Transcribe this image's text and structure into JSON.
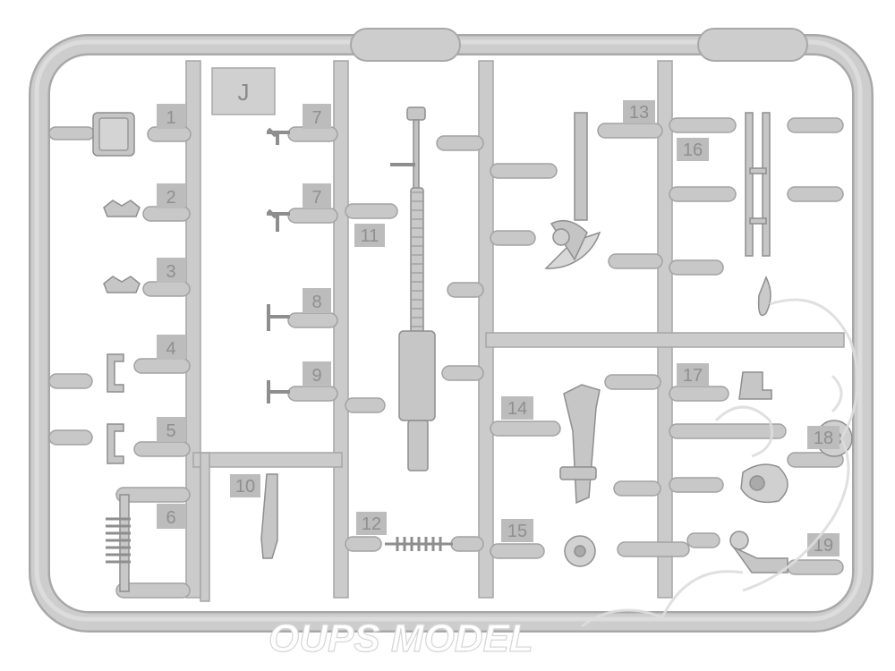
{
  "sprue_letter": "J",
  "part_numbers": [
    "1",
    "2",
    "3",
    "4",
    "5",
    "6",
    "7",
    "7",
    "8",
    "9",
    "10",
    "11",
    "12",
    "13",
    "14",
    "15",
    "16",
    "17",
    "18",
    "19"
  ],
  "watermark": "OUPS MODEL",
  "colors": {
    "plastic": "#c9c9c9",
    "plastic_dark": "#a9a9a9",
    "label_tag": "#b9b9b9",
    "background": "#ffffff"
  }
}
